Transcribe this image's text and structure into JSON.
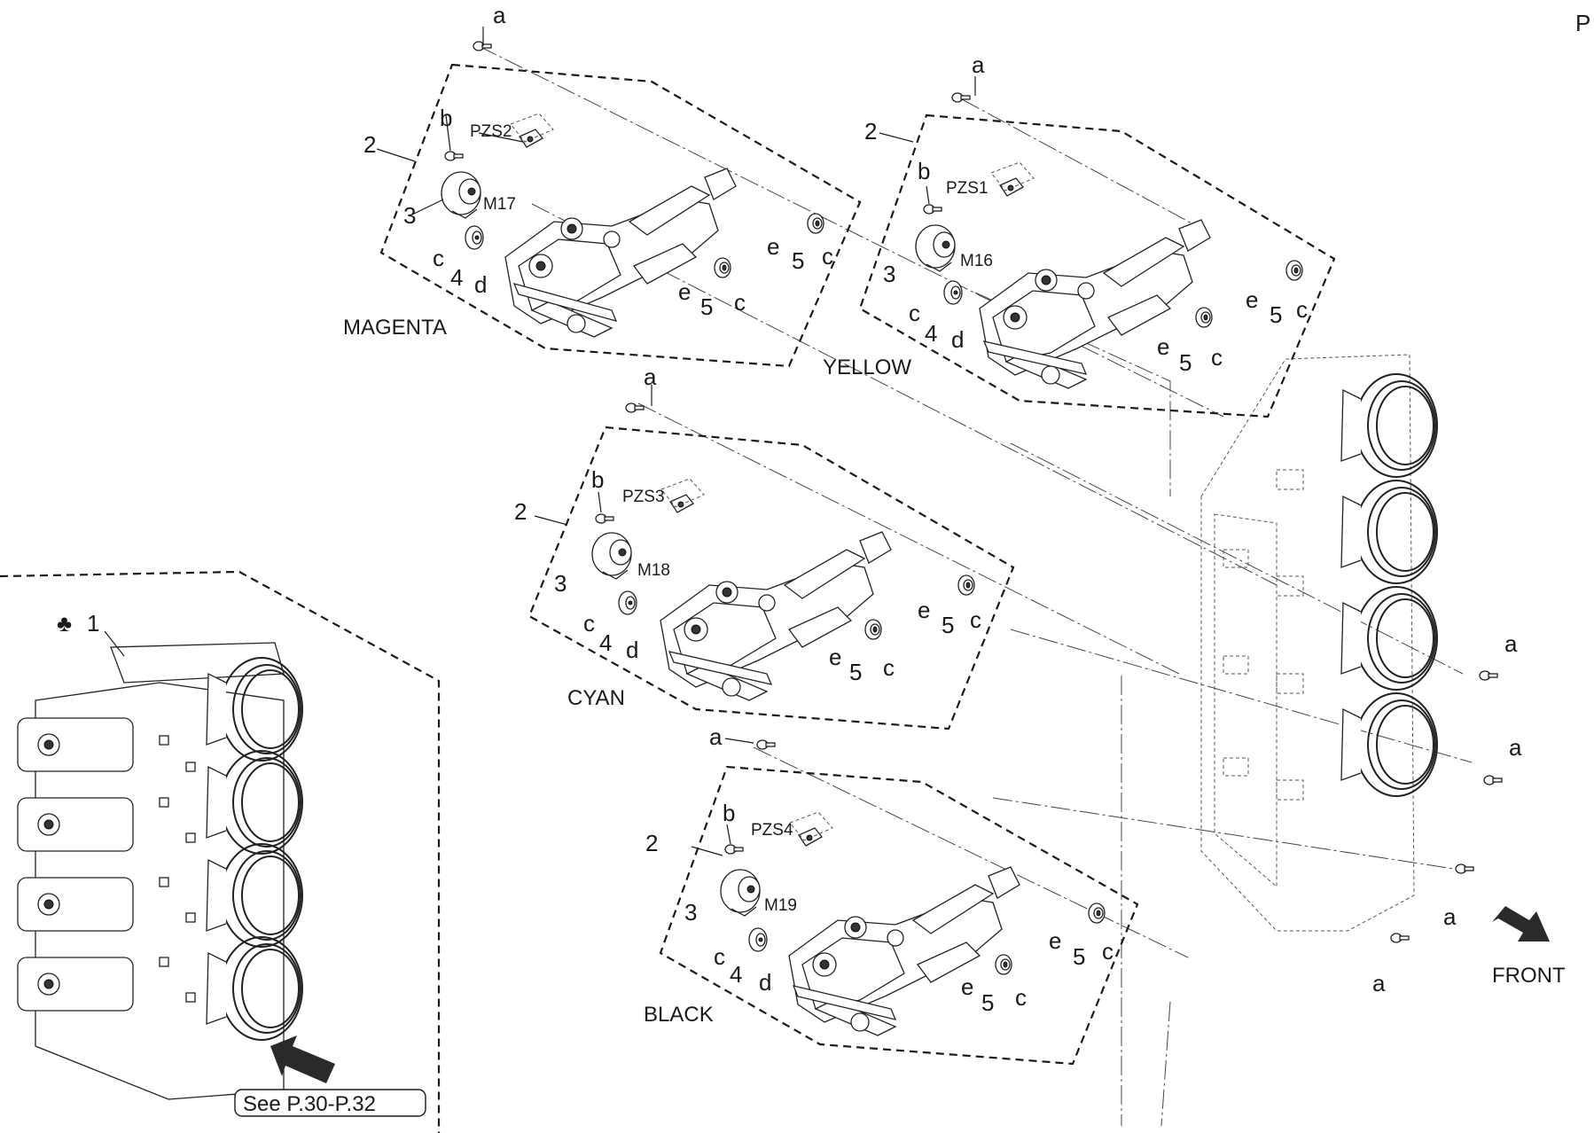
{
  "page_marker": "P",
  "callouts": {
    "a": "a",
    "b": "b",
    "c": "c",
    "d": "d",
    "e": "e",
    "n1": "1",
    "n2": "2",
    "n3": "3",
    "n4": "4",
    "n5": "5"
  },
  "units": {
    "magenta": {
      "color": "MAGENTA",
      "sensor": "PZS2",
      "motor": "M17"
    },
    "yellow": {
      "color": "YELLOW",
      "sensor": "PZS1",
      "motor": "M16"
    },
    "cyan": {
      "color": "CYAN",
      "sensor": "PZS3",
      "motor": "M18"
    },
    "black": {
      "color": "BLACK",
      "sensor": "PZS4",
      "motor": "M19"
    }
  },
  "assembly": {
    "club_symbol": "♣",
    "see_ref": "See P.30-P.32"
  },
  "direction": {
    "front_label": "FRONT"
  }
}
